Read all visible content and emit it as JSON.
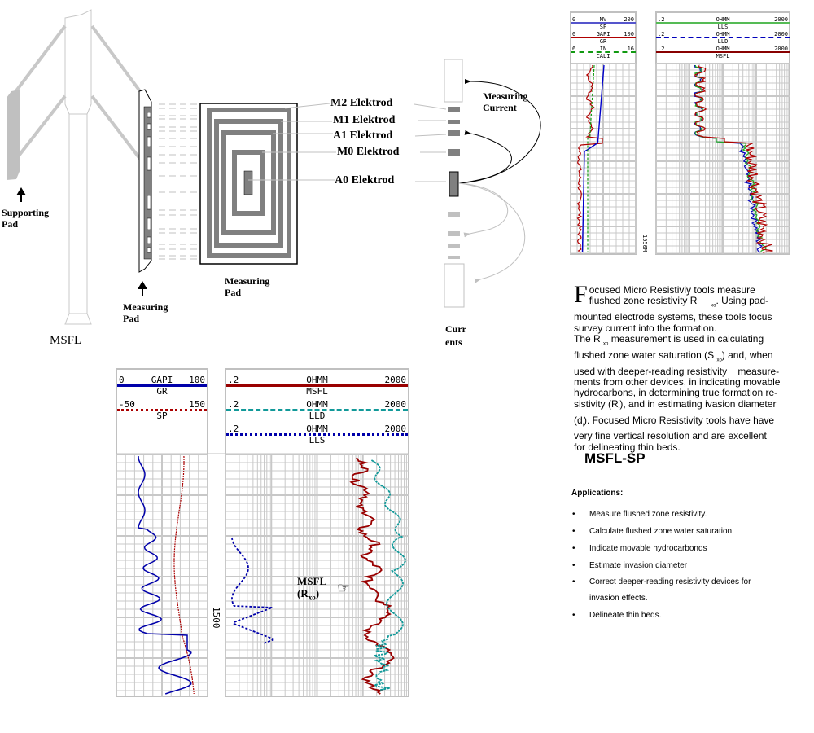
{
  "diagram": {
    "tool_name": "MSFL",
    "supporting_pad": "Supporting\nPad",
    "measuring_pad_small": "Measuring\nPad",
    "measuring_pad_large": "Measuring\nPad",
    "electrodes": [
      "M2 Elektrod",
      "M1 Elektrod",
      "A1 Elektrod",
      "M0 Elektrod",
      "A0 Elektrod"
    ],
    "measuring_current": "Measuring\nCurrent",
    "currents": "Curr\nents"
  },
  "top_log": {
    "left_header": [
      {
        "min": "0",
        "unit": "MV",
        "max": "200",
        "name": "SP",
        "color": "#5555cc"
      },
      {
        "min": "0",
        "unit": "GAPI",
        "max": "100",
        "name": "GR",
        "color": "#b00000"
      },
      {
        "min": "6",
        "unit": "IN",
        "max": "16",
        "name": "CALI",
        "color": "#119911"
      }
    ],
    "right_header": [
      {
        "min": ".2",
        "unit": "OHMM",
        "max": "2000",
        "name": "LLS",
        "color": "#55bb55"
      },
      {
        "min": ".2",
        "unit": "OHMM",
        "max": "2000",
        "name": "LLD",
        "color": "#0000bb"
      },
      {
        "min": ".2",
        "unit": "OHMM",
        "max": "2000",
        "name": "MSFL",
        "color": "#880000"
      }
    ],
    "depth": "1550M"
  },
  "description": {
    "drop_cap": "F",
    "line1": "ocused Micro Resistiviy tools measure",
    "line2a": "flushed zone resistivity R",
    "sub_xo": "xo",
    "line2b": ". Using pad-",
    "line3": "mounted electrode systems, these tools focus",
    "line4": "survey current into the formation.",
    "line5a": "The R",
    "line5b": " measurement is used in calculating",
    "line6a": "flushed zone water saturation (S",
    "line6b": ") and, when",
    "line7": "used with deeper-reading resistivity    measure-",
    "line8": "ments from other devices, in indicating movable",
    "line9": "hydrocarbons, in determining true formation re-",
    "line10a": "sistivity (R",
    "sub_t": "t",
    "line10b": "), and in estimating ivasion diameter",
    "line11a": "(d",
    "sub_i": "i",
    "line11b": "). Focused Micro Resistivity tools have have",
    "line12": "very fine vertical resolution and are excellent",
    "line13": "for delineating thin beds."
  },
  "section_title": "MSFL-SP",
  "applications": {
    "heading": "Applications:",
    "items": [
      "Measure flushed zone resistivity.",
      "Calculate flushed zone water saturation.",
      "Indicate movable hydrocarbonds",
      "Estimate invasion diameter",
      "Correct deeper-reading resistivity devices for\ninvasion effects.",
      "Delineate thin beds."
    ]
  },
  "bottom_log": {
    "left_header": [
      {
        "min": "0",
        "unit": "GAPI",
        "max": "100",
        "name": "GR",
        "color": "#0000aa"
      },
      {
        "min": "-50",
        "unit": "",
        "max": "150",
        "name": "SP",
        "color": "#aa0000"
      }
    ],
    "right_header": [
      {
        "min": ".2",
        "unit": "OHMM",
        "max": "2000",
        "name": "MSFL",
        "color": "#990000"
      },
      {
        "min": ".2",
        "unit": "OHMM",
        "max": "2000",
        "name": "LLD",
        "color": "#119999"
      },
      {
        "min": ".2",
        "unit": "OHMM",
        "max": "2000",
        "name": "LLS",
        "color": "#0000aa"
      }
    ],
    "depth": "1500",
    "annotation_main": "MSFL",
    "annotation_sub_a": "(R",
    "annotation_sub_b": "xo",
    "annotation_sub_c": ")"
  }
}
